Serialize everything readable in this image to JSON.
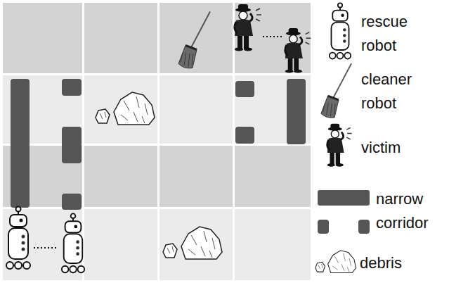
{
  "diagram": {
    "legend": [
      {
        "text": "rescue robot"
      },
      {
        "text": "cleaner robot"
      },
      {
        "text": "victim"
      },
      {
        "text": "narrow corridor"
      },
      {
        "text": "debris"
      }
    ]
  }
}
